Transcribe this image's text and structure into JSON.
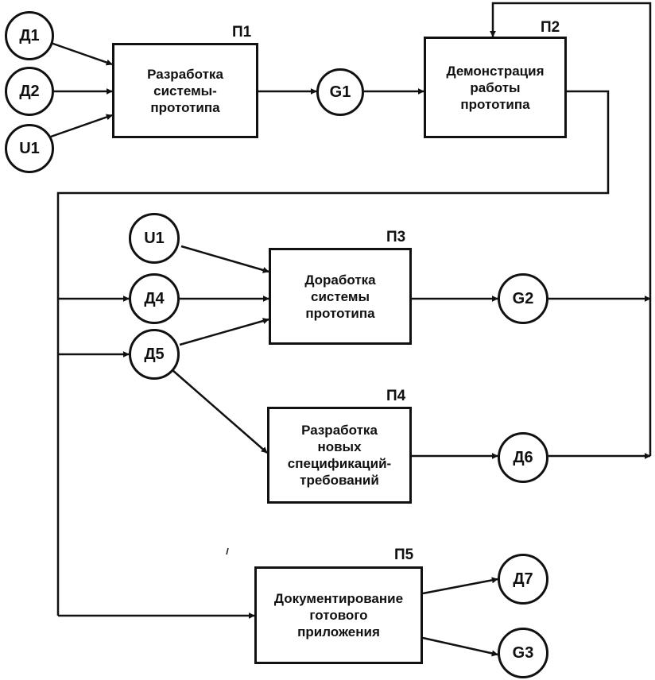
{
  "data_nodes": {
    "d1_top": "Д1",
    "d2_top": "Д2",
    "u1_top": "U1",
    "g1": "G1",
    "u1_mid": "U1",
    "d4": "Д4",
    "d5": "Д5",
    "g2": "G2",
    "d6": "Д6",
    "d7": "Д7",
    "g3": "G3"
  },
  "processes": {
    "p1": {
      "id": "П1",
      "title": "Разработка\nсистемы-\nпрототипа"
    },
    "p2": {
      "id": "П2",
      "title": "Демонстрация\nработы\nпрототипа"
    },
    "p3": {
      "id": "П3",
      "title": "Доработка\nсистемы\nпрототипа"
    },
    "p4": {
      "id": "П4",
      "title": "Разработка\nновых\nспецификаций-\nтребований"
    },
    "p5": {
      "id": "П5",
      "title": "Документирование\nготового\nприложения"
    }
  }
}
